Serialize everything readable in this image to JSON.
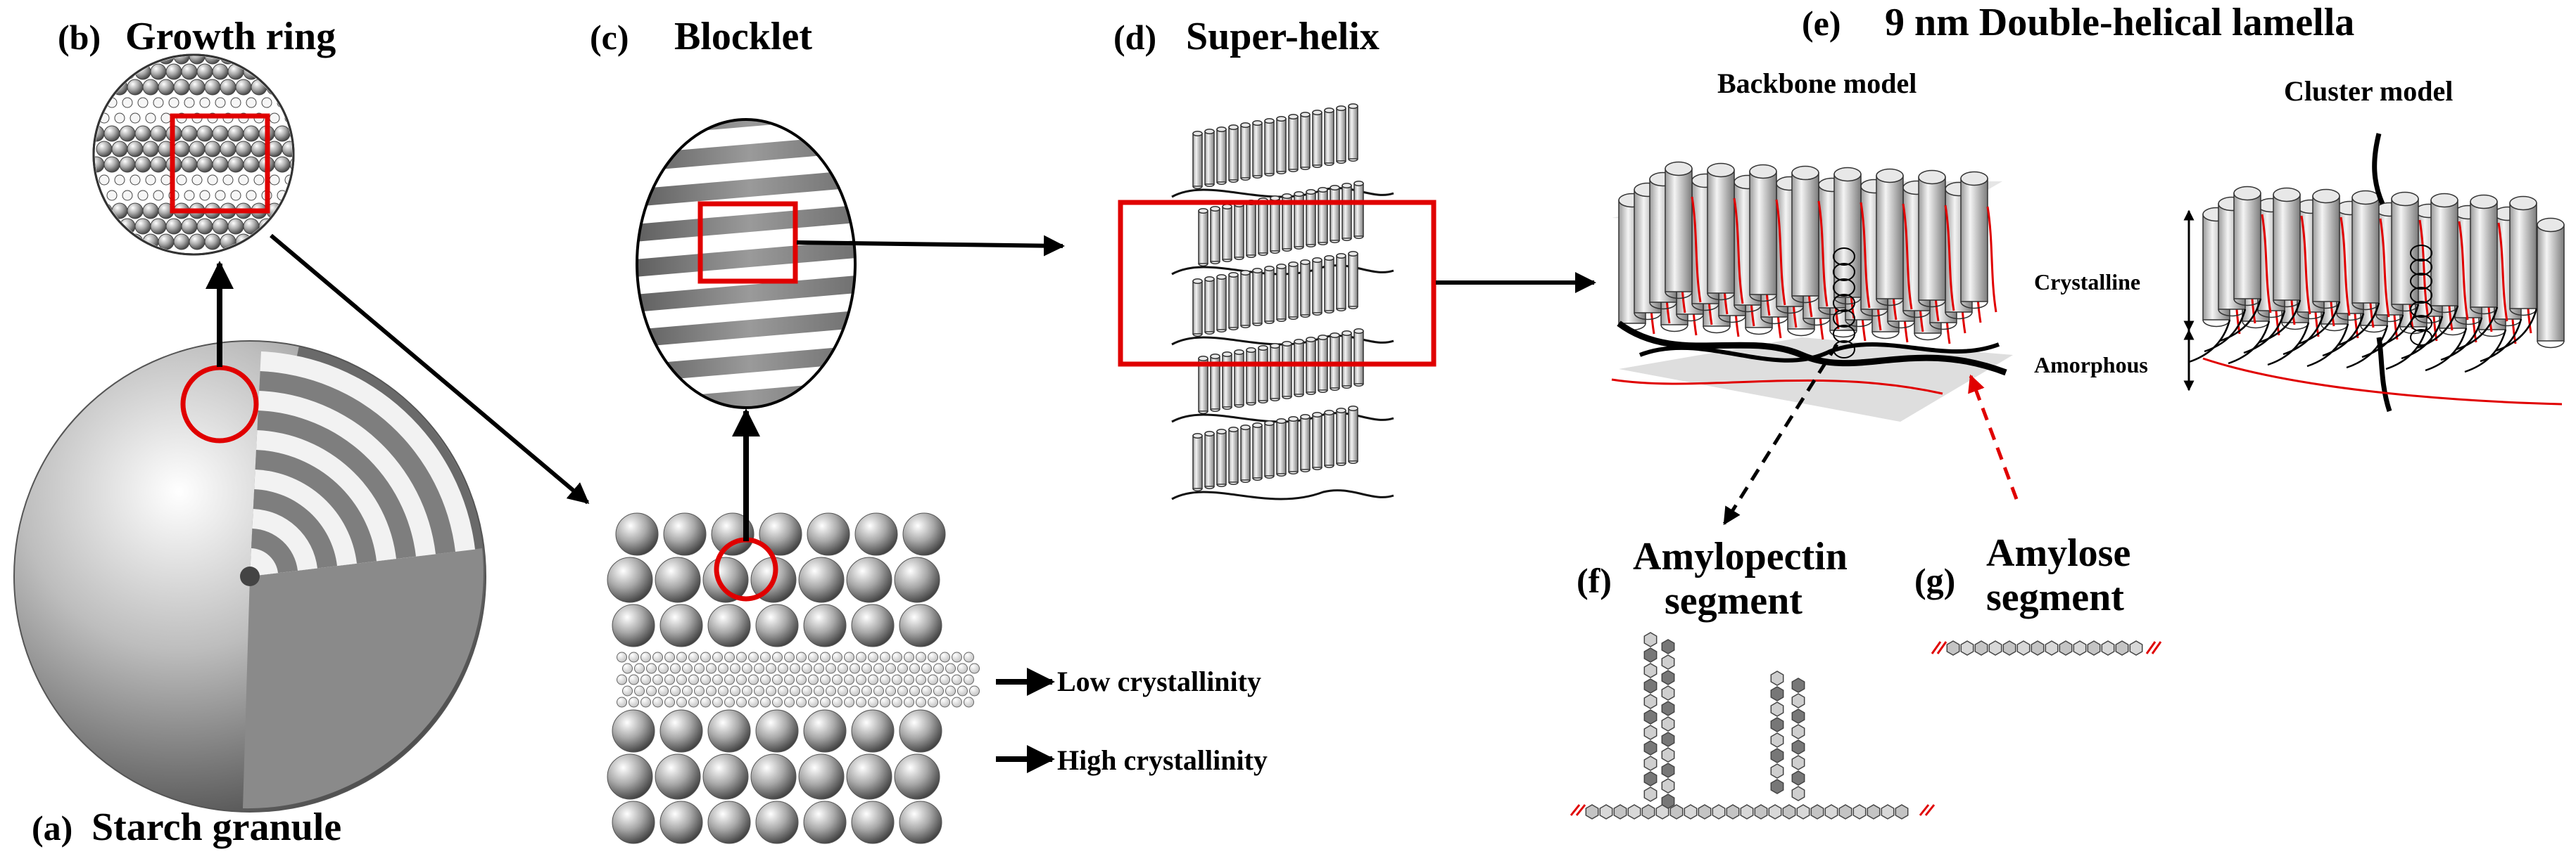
{
  "panels": {
    "a": {
      "tag": "(a)",
      "title": "Starch granule"
    },
    "b": {
      "tag": "(b)",
      "title": "Growth ring"
    },
    "c": {
      "tag": "(c)",
      "title": "Blocklet"
    },
    "d": {
      "tag": "(d)",
      "title": "Super-helix"
    },
    "e": {
      "tag": "(e)",
      "title": "9 nm Double-helical lamella"
    },
    "f": {
      "tag": "(f)",
      "title_line1": "Amylopectin",
      "title_line2": "segment"
    },
    "g": {
      "tag": "(g)",
      "title_line1": "Amylose",
      "title_line2": "segment"
    }
  },
  "blocklet_labels": {
    "low": "Low crystallinity",
    "high": "High crystallinity"
  },
  "lamella": {
    "backbone_title": "Backbone model",
    "cluster_title": "Cluster model",
    "crystalline": "Crystalline",
    "amorphous": "Amorphous"
  },
  "colors": {
    "highlight": "#e00000",
    "arrow": "#000000",
    "cylinder_fill": "#c8c8c8"
  }
}
